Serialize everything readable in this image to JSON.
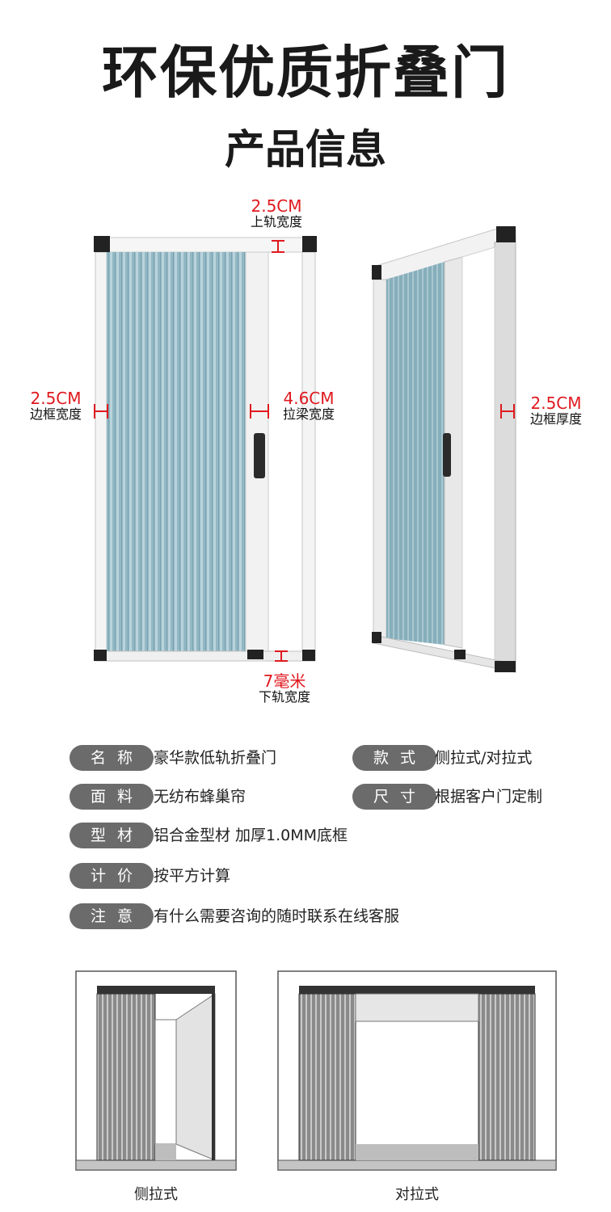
{
  "header": {
    "title": "环保优质折叠门",
    "subtitle": "产品信息"
  },
  "dimensions": {
    "top_rail": {
      "value": "2.5CM",
      "label": "上轨宽度"
    },
    "frame_width": {
      "value": "2.5CM",
      "label": "边框宽度"
    },
    "pull_beam": {
      "value": "4.6CM",
      "label": "拉梁宽度"
    },
    "bottom_rail": {
      "value": "7毫米",
      "label": "下轨宽度"
    },
    "frame_thickness": {
      "value": "2.5CM",
      "label": "边框厚度"
    }
  },
  "specs": [
    {
      "label": "名称",
      "value": "豪华款低轨折叠门"
    },
    {
      "label": "款式",
      "value": "侧拉式/对拉式"
    },
    {
      "label": "面料",
      "value": "无纺布蜂巢帘"
    },
    {
      "label": "尺寸",
      "value": "根据客户门定制"
    },
    {
      "label": "型材",
      "value": "铝合金型材 加厚1.0MM底框"
    },
    {
      "label": "计价",
      "value": "按平方计算"
    },
    {
      "label": "注意",
      "value": "有什么需要咨询的随时联系在线客服"
    }
  ],
  "diagrams": {
    "side_pull": "侧拉式",
    "double_pull": "对拉式"
  },
  "colors": {
    "accent_red": "#e0191f",
    "pill_gray": "#6b6b6b",
    "screen_blue": "#8fb4c0",
    "frame_white": "#f4f4f4"
  }
}
